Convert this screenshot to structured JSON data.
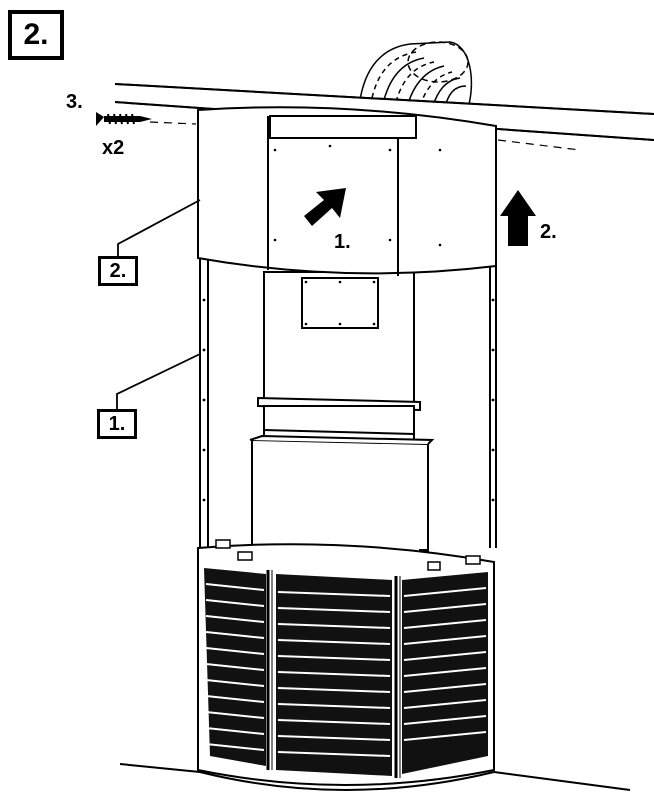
{
  "step_badge": "2.",
  "callouts": {
    "part_1": "1.",
    "part_2": "2."
  },
  "screw": {
    "number": "3.",
    "quantity": "x2"
  },
  "arrows": {
    "tilt_label": "1.",
    "lift_label": "2."
  }
}
